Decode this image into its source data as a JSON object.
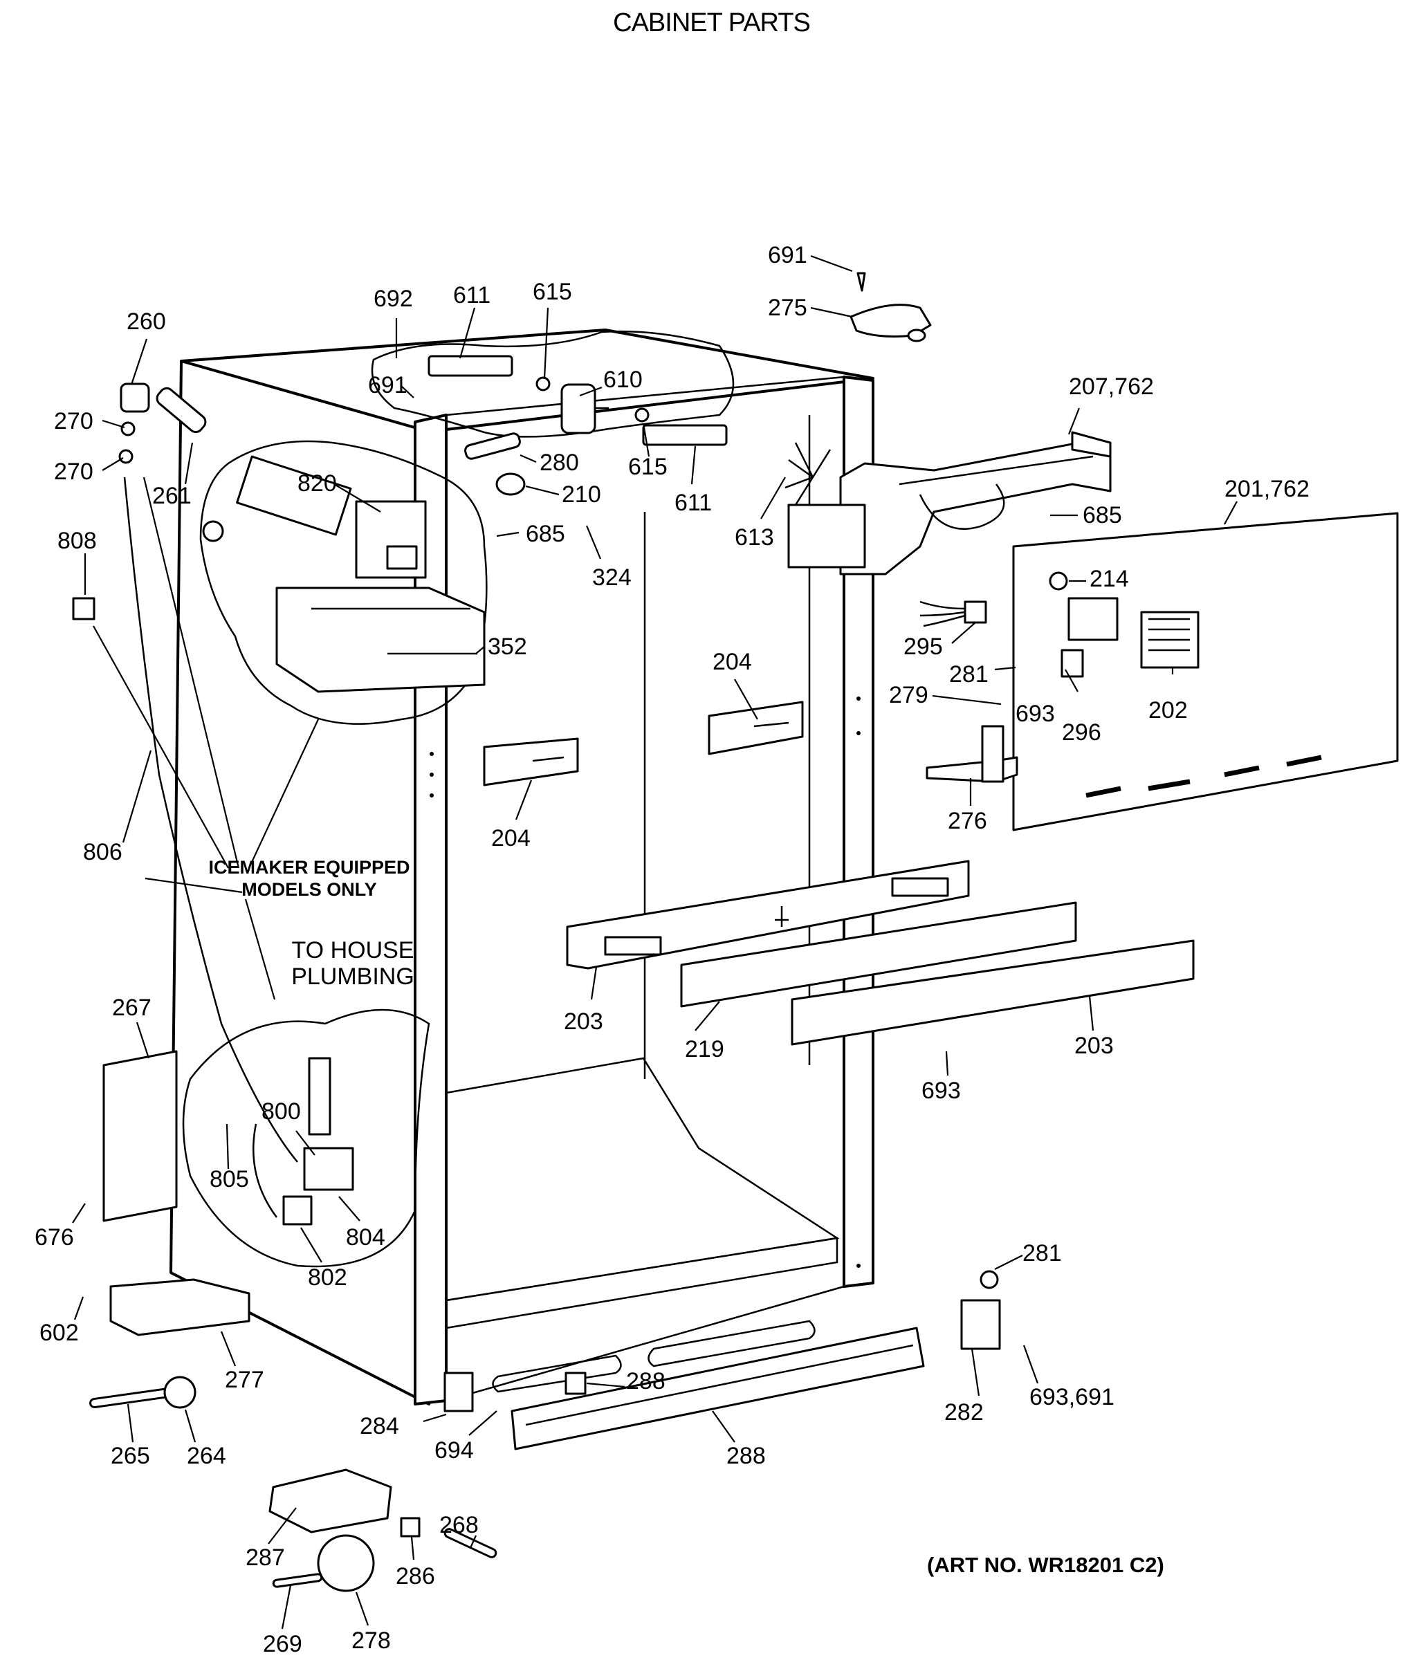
{
  "title": "CABINET PARTS",
  "art_number": "(ART NO. WR18201 C2)",
  "notes": {
    "icemaker_line1": "ICEMAKER EQUIPPED",
    "icemaker_line2": "MODELS ONLY",
    "plumbing_line1": "TO HOUSE",
    "plumbing_line2": "PLUMBING"
  },
  "callouts": [
    {
      "id": "c691a",
      "label": "691"
    },
    {
      "id": "c275",
      "label": "275"
    },
    {
      "id": "c692",
      "label": "692"
    },
    {
      "id": "c611a",
      "label": "611"
    },
    {
      "id": "c615a",
      "label": "615"
    },
    {
      "id": "c260",
      "label": "260"
    },
    {
      "id": "c610",
      "label": "610"
    },
    {
      "id": "c691b",
      "label": "691"
    },
    {
      "id": "c207",
      "label": "207,762"
    },
    {
      "id": "c270a",
      "label": "270"
    },
    {
      "id": "c270b",
      "label": "270"
    },
    {
      "id": "c261",
      "label": "261"
    },
    {
      "id": "c280",
      "label": "280"
    },
    {
      "id": "c615b",
      "label": "615"
    },
    {
      "id": "c820",
      "label": "820"
    },
    {
      "id": "c210",
      "label": "210"
    },
    {
      "id": "c611b",
      "label": "611"
    },
    {
      "id": "c201",
      "label": "201,762"
    },
    {
      "id": "c685a",
      "label": "685"
    },
    {
      "id": "c613",
      "label": "613"
    },
    {
      "id": "c685b",
      "label": "685"
    },
    {
      "id": "c808",
      "label": "808"
    },
    {
      "id": "c324",
      "label": "324"
    },
    {
      "id": "c214",
      "label": "214"
    },
    {
      "id": "c295",
      "label": "295"
    },
    {
      "id": "c352",
      "label": "352"
    },
    {
      "id": "c204a",
      "label": "204"
    },
    {
      "id": "c281a",
      "label": "281"
    },
    {
      "id": "c279",
      "label": "279"
    },
    {
      "id": "c693a",
      "label": "693"
    },
    {
      "id": "c296",
      "label": "296"
    },
    {
      "id": "c202",
      "label": "202"
    },
    {
      "id": "c276",
      "label": "276"
    },
    {
      "id": "c204b",
      "label": "204"
    },
    {
      "id": "c806",
      "label": "806"
    },
    {
      "id": "c203a",
      "label": "203"
    },
    {
      "id": "c219",
      "label": "219"
    },
    {
      "id": "c203b",
      "label": "203"
    },
    {
      "id": "c267",
      "label": "267"
    },
    {
      "id": "c693b",
      "label": "693"
    },
    {
      "id": "c800",
      "label": "800"
    },
    {
      "id": "c805",
      "label": "805"
    },
    {
      "id": "c804",
      "label": "804"
    },
    {
      "id": "c802",
      "label": "802"
    },
    {
      "id": "c676",
      "label": "676"
    },
    {
      "id": "c281b",
      "label": "281"
    },
    {
      "id": "c602",
      "label": "602"
    },
    {
      "id": "c282",
      "label": "282"
    },
    {
      "id": "c693c",
      "label": "693,691"
    },
    {
      "id": "c277",
      "label": "277"
    },
    {
      "id": "c288a",
      "label": "288"
    },
    {
      "id": "c284",
      "label": "284"
    },
    {
      "id": "c694",
      "label": "694"
    },
    {
      "id": "c265",
      "label": "265"
    },
    {
      "id": "c264",
      "label": "264"
    },
    {
      "id": "c288b",
      "label": "288"
    },
    {
      "id": "c268",
      "label": "268"
    },
    {
      "id": "c287",
      "label": "287"
    },
    {
      "id": "c286",
      "label": "286"
    },
    {
      "id": "c269",
      "label": "269"
    },
    {
      "id": "c278",
      "label": "278"
    }
  ]
}
